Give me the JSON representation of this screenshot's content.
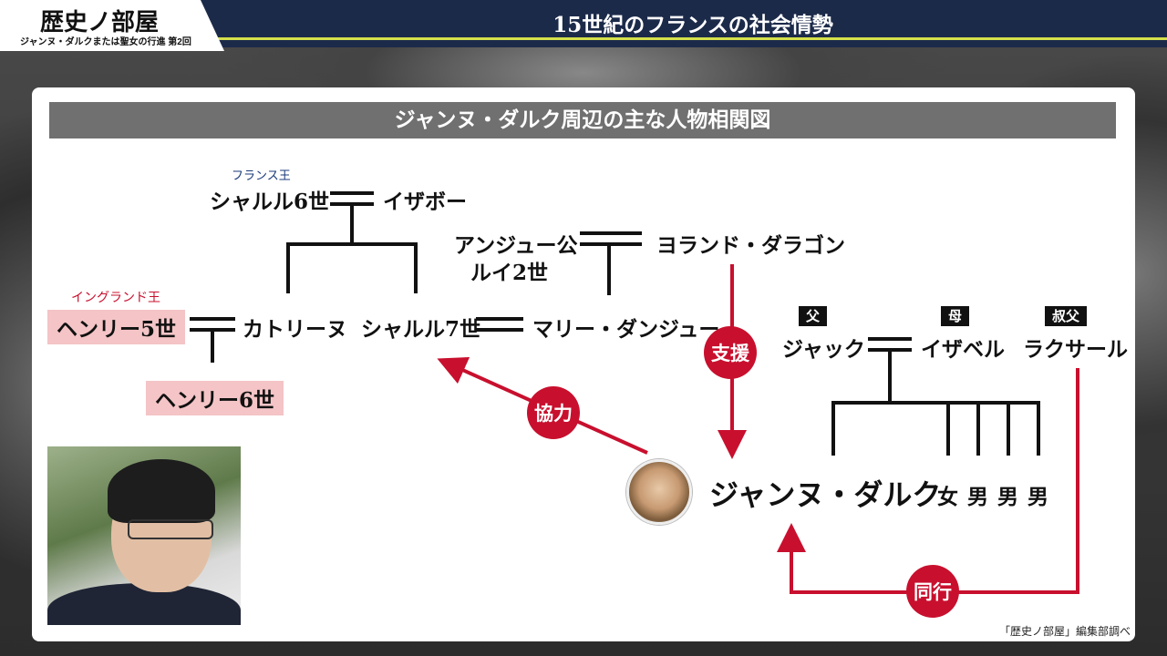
{
  "header": {
    "brand": "歴史ノ部屋",
    "brand_sub": "ジャンヌ・ダルクまたは聖女の行進 第2回",
    "page_title": "15世紀のフランスの社会情勢"
  },
  "diagram": {
    "title": "ジャンヌ・ダルク周辺の主な人物相関図",
    "people": {
      "charles6": "シャルル6世",
      "charles6_role": "フランス王",
      "isabeau": "イザボー",
      "louis2_line1": "アンジュー公",
      "louis2_line2": "ルイ2世",
      "yolande": "ヨランド・ダラゴン",
      "henry5": "ヘンリー5世",
      "henry5_role": "イングランド王",
      "catherine": "カトリーヌ",
      "charles7": "シャルル7世",
      "marie": "マリー・ダンジュー",
      "henry6": "ヘンリー6世",
      "jacques": "ジャック",
      "jacques_tag": "父",
      "isabelle": "イザベル",
      "isabelle_tag": "母",
      "laxart": "ラクサール",
      "laxart_tag": "叔父",
      "joan": "ジャンヌ・ダルク",
      "child1": "女",
      "child2": "男",
      "child3": "男",
      "child4": "男"
    },
    "relations": {
      "support": "支援",
      "cooperation": "協力",
      "accompany": "同行"
    },
    "credit": "「歴史ノ部屋」編集部調べ",
    "colors": {
      "accent": "#c8102e",
      "highlight": "#f4c4c6",
      "header_bg": "#1c2a4a",
      "header_line": "#d5e04a"
    }
  }
}
